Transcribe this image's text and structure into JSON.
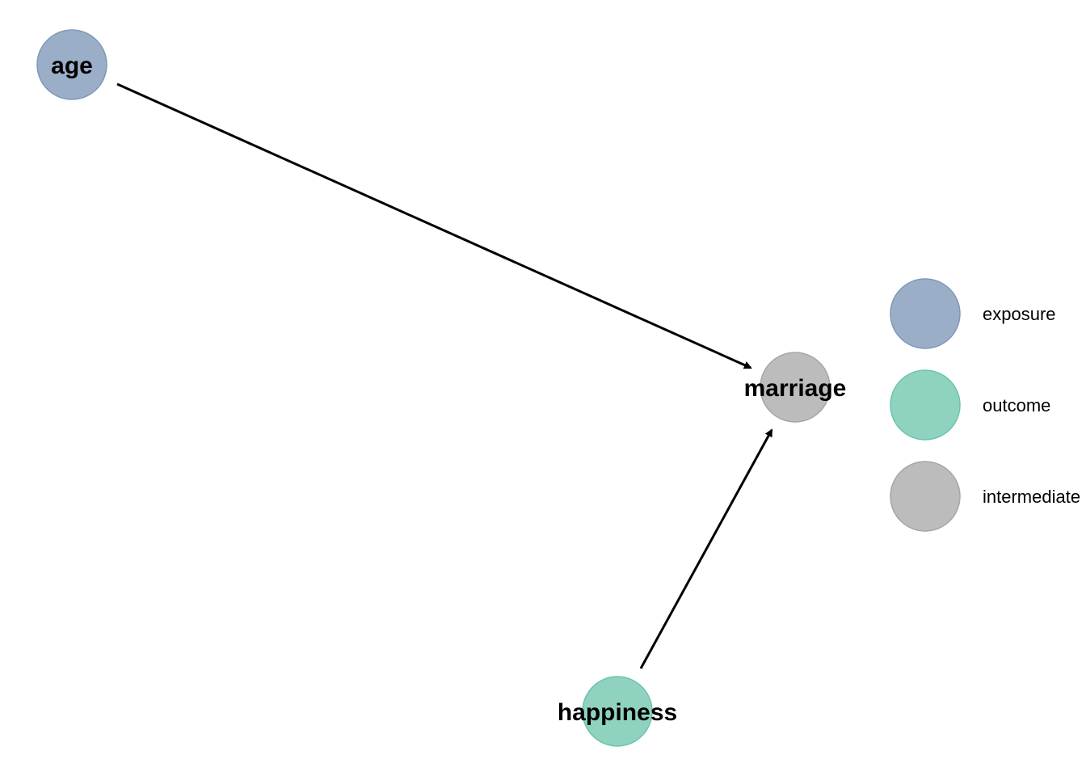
{
  "diagram": {
    "type": "dag",
    "nodes": [
      {
        "id": "age",
        "label": "age",
        "status": "exposure"
      },
      {
        "id": "marriage",
        "label": "marriage",
        "status": "intermediate"
      },
      {
        "id": "happiness",
        "label": "happiness",
        "status": "outcome"
      }
    ],
    "edges": [
      {
        "from": "age",
        "to": "marriage"
      },
      {
        "from": "happiness",
        "to": "marriage"
      }
    ]
  },
  "legend": {
    "items": [
      {
        "key": "exposure",
        "label": "exposure",
        "fill": "#9aafc7",
        "stroke": "#7f97b7"
      },
      {
        "key": "outcome",
        "label": "outcome",
        "fill": "#8fd2c0",
        "stroke": "#6cc4a9"
      },
      {
        "key": "intermediate",
        "label": "intermediate",
        "fill": "#bcbcbc",
        "stroke": "#a6a6a6"
      }
    ]
  },
  "colors": {
    "exposure": "#9aafc7",
    "outcome": "#8fd2c0",
    "intermediate": "#bcbcbc",
    "edge": "#000000"
  }
}
